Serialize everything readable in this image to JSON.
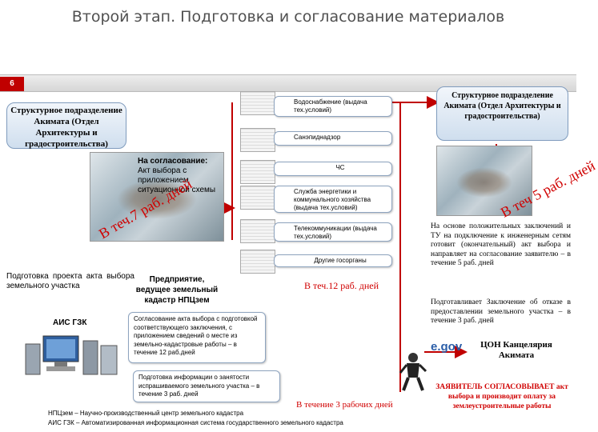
{
  "title": "Второй этап. Подготовка  и согласование  материалов",
  "slide_number": "6",
  "left_top_box": "Структурное подразделение Акимата (Отдел Архитектуры и градостроительства)",
  "right_top_box": "Структурное подразделение Акимата (Отдел Архитектуры и градостроительства)",
  "agreement_heading": "На согласование:",
  "agreement_body": "Акт выбора с приложением ситуационной схемы",
  "services": [
    "Водоснабжение (выдача тех.условий)",
    "Санэпиднадзор",
    "ЧС",
    "Служба энергетики и коммунального хозяйства (выдача тех.условий)",
    "Телекоммуникации (выдача тех.условий)",
    "Другие госорганы"
  ],
  "diag_left": "В теч.7 раб. дней",
  "diag_right": "В теч 5 раб. дней",
  "center_deadline": "В теч.12 раб. дней",
  "prep_text": "Подготовка проекта акта выбора земельного участка",
  "enterprise_text": "Предприятие, ведущее земельный кадастр НПЦзем",
  "ais_label": "АИС ГЗК",
  "cadastre_note": "Согласование акта выбора с подготовкой соответствующего заключения, с приложением сведений о месте из земельно-кадастровые работы – в течение 12 раб.дней",
  "info_note": "Подготовка информации о занятости испрашиваемого земельного участка – в течение 3 раб. дней",
  "three_days": "В течение 3 рабочих дней",
  "right_conclusion": "На основе положительных заключений и ТУ на подключение к инженерным сетям готовит (окончательный) акт выбора и направляет на согласование заявителю – в течение 5 раб. дней",
  "right_refusal": "Подготавливает Заключение об отказе в предоставлении земельного участка – в течение 3 раб. дней",
  "egov_label": "e.gov",
  "con_label": "ЦОН Канцелярия Акимата",
  "applicant_label": "ЗАЯВИТЕЛЬ СОГЛАСОВЫВАЕТ акт выбора и производит оплату за землеустроительные работы",
  "footer_line1": "НПЦзем – Научно-производственный центр земельного кадастра",
  "footer_line2": "АИС ГЗК – Автоматизированная информационная система государственного земельного кадастра",
  "colors": {
    "accent_red": "#d00000",
    "box_blue": "#cfdeee",
    "arrow_red": "#c00000"
  }
}
